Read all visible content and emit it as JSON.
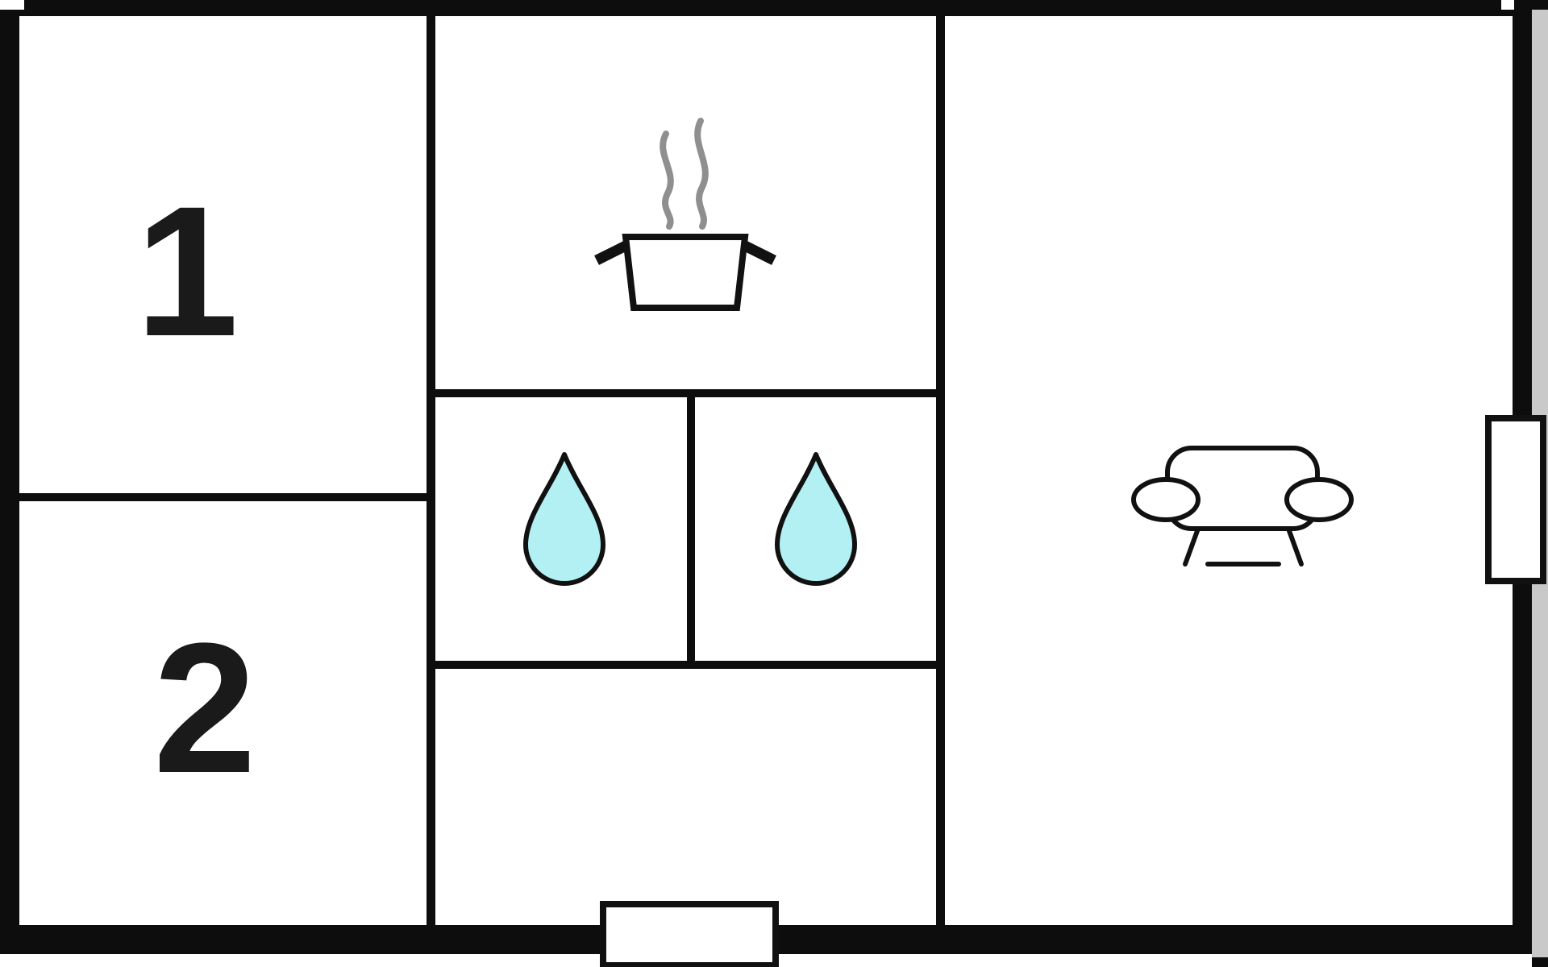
{
  "floorplan": {
    "rooms": {
      "room1": {
        "label": "1"
      },
      "room2": {
        "label": "2"
      },
      "kitchen": {
        "icon": "cooking-pot-icon"
      },
      "bathroom_left": {
        "icon": "water-drop-icon"
      },
      "bathroom_right": {
        "icon": "water-drop-icon"
      },
      "living_room": {
        "icon": "sofa-icon"
      },
      "hallway": {
        "icon": ""
      }
    },
    "features": {
      "window_right": "window-marker",
      "door_bottom": "door-marker"
    },
    "colors": {
      "wall": "#0d0d0d",
      "floor": "#ffffff",
      "water_drop": "#b2f0f3",
      "steam": "#8f8f8f",
      "outside_strip": "#c9c9c9",
      "icon_stroke": "#111111"
    }
  }
}
